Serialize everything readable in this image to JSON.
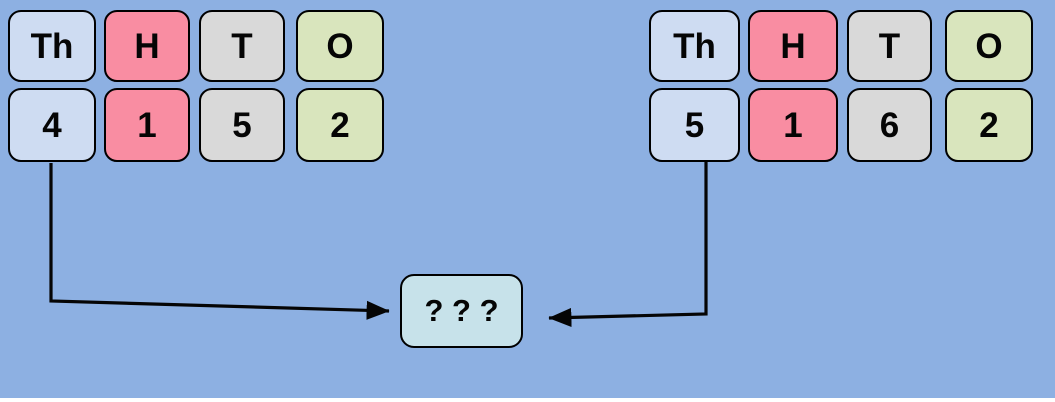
{
  "colors": {
    "bg": "#8DB0E2",
    "cell-thousands": "#CEDCF2",
    "cell-hundreds": "#F98DA2",
    "cell-tens": "#D9D9D9",
    "cell-ones": "#D9E5BD",
    "cell-result": "#C7E2EA",
    "border": "#000000",
    "arrow": "#000000",
    "bottom-edge": "#FFFFFF"
  },
  "left_place_value_table": {
    "headers": [
      "Th",
      "H",
      "T",
      "O"
    ],
    "values": [
      "4",
      "1",
      "5",
      "2"
    ]
  },
  "right_place_value_table": {
    "headers": [
      "Th",
      "H",
      "T",
      "O"
    ],
    "values": [
      "5",
      "1",
      "6",
      "2"
    ]
  },
  "result_box": {
    "label": "? ? ?"
  }
}
